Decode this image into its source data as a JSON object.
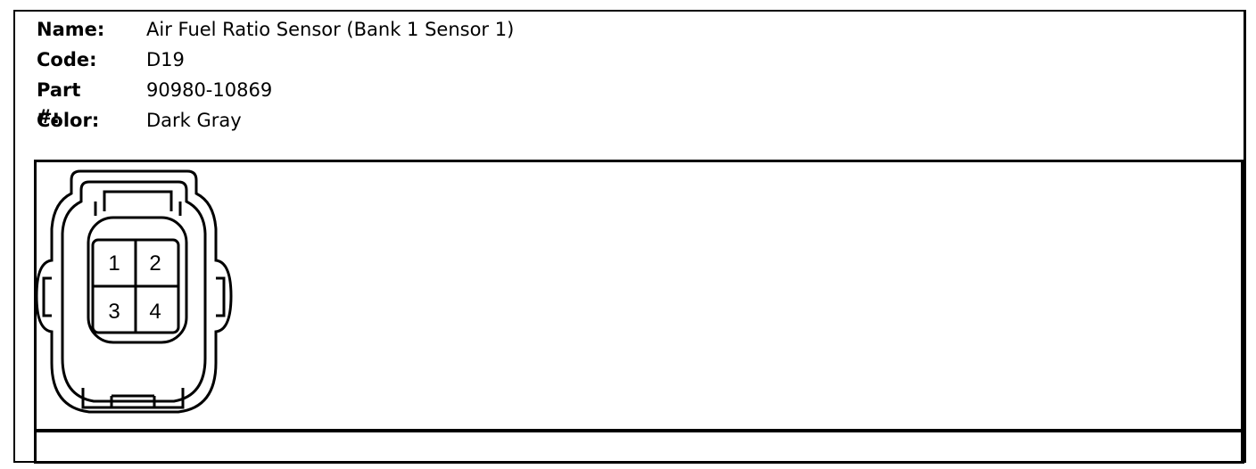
{
  "fields": [
    {
      "label": "Name:",
      "value": "Air Fuel Ratio Sensor (Bank 1 Sensor 1)"
    },
    {
      "label": "Code:",
      "value": "D19"
    },
    {
      "label": "Part #:",
      "value": "90980-10869"
    },
    {
      "label": "Color:",
      "value": "Dark Gray"
    }
  ],
  "connector": {
    "icon": "connector-icon",
    "pins": [
      "1",
      "2",
      "3",
      "4"
    ]
  }
}
